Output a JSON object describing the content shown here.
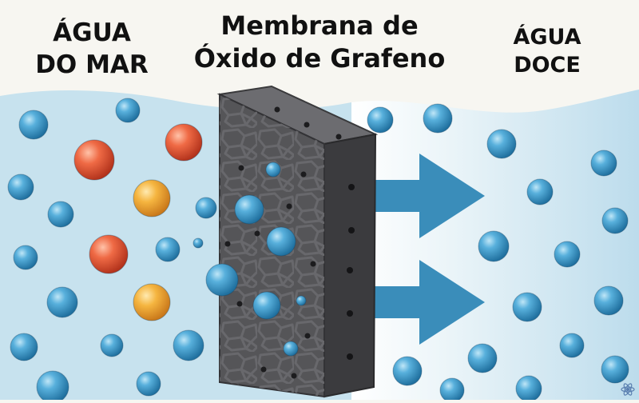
{
  "labels": {
    "sea_water": [
      "ÁGUA",
      "DO MAR"
    ],
    "membrane": [
      "Membrana de",
      "Óxido de Grafeno"
    ],
    "fresh_water": [
      "ÁGUA",
      "DOCE"
    ]
  },
  "colors": {
    "background": "#f7f6f1",
    "water": "#c7e2ee",
    "water_molecule": "#3b97c9",
    "salt_red": "#e65a3a",
    "salt_orange": "#f0a83a",
    "membrane_front": "#555558",
    "membrane_side": "#3b3b3e",
    "membrane_top": "#6c6c70",
    "arrow": "#3a8dba"
  },
  "icons": {
    "flow": "right-arrow-icon",
    "molecule": "water-molecule-icon",
    "salt": "salt-ion-icon",
    "logo": "atom-icon"
  }
}
